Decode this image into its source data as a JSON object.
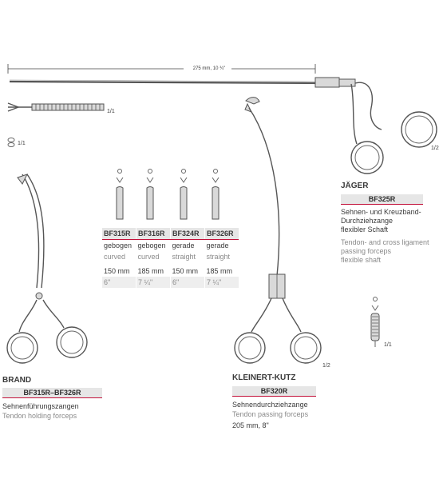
{
  "measure": {
    "length_label": "275 mm, 10 ¾\""
  },
  "jaeger": {
    "name": "JÄGER",
    "code": "BF325R",
    "desc_de": [
      "Sehnen- und Kreuzband-",
      "Durchziehzange",
      "flexibler Schaft"
    ],
    "desc_en": [
      "Tendon- and cross ligament",
      "passing forceps",
      "flexible shaft"
    ],
    "scale_main": "1/2",
    "scale_tip": "1/1",
    "scale_jaw": "1/1",
    "scale_detail": "1/1"
  },
  "brand": {
    "name": "BRAND",
    "code_range": "BF315R–BF326R",
    "desc_de": "Sehnenführungszangen",
    "desc_en": "Tendon holding forceps",
    "table": {
      "codes": [
        "BF315R",
        "BF316R",
        "BF324R",
        "BF326R"
      ],
      "shape_de": [
        "gebogen",
        "gebogen",
        "gerade",
        "gerade"
      ],
      "shape_en": [
        "curved",
        "curved",
        "straight",
        "straight"
      ],
      "length_mm": [
        "150 mm",
        "185 mm",
        "150 mm",
        "185 mm"
      ],
      "length_in": [
        "6\"",
        "7 ¼\"",
        "6\"",
        "7 ¼\""
      ]
    }
  },
  "kleinert": {
    "name": "KLEINERT-KUTZ",
    "code": "BF320R",
    "desc_de": "Sehnendurchziehzange",
    "desc_en": "Tendon passing forceps",
    "size": "205 mm, 8\"",
    "scale": "1/2"
  }
}
